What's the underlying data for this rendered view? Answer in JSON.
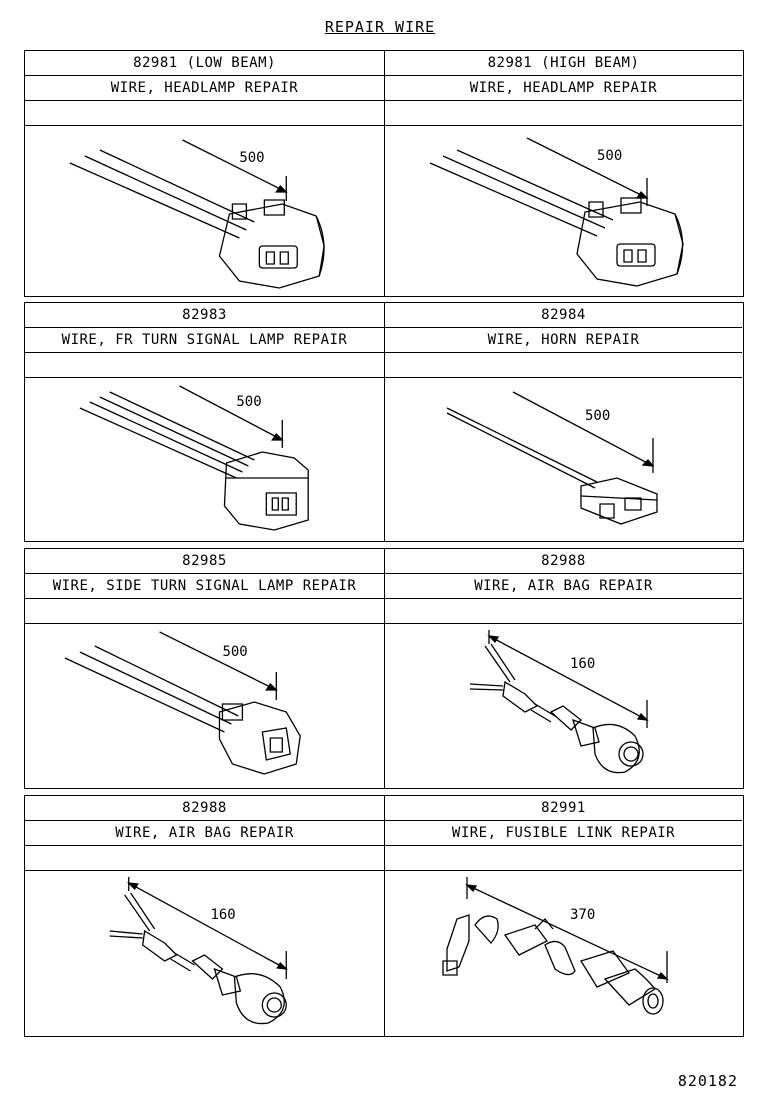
{
  "title": "REPAIR WIRE",
  "catalog_number": "820182",
  "items": [
    {
      "part": "82981 (LOW BEAM)",
      "name": "WIRE, HEADLAMP REPAIR",
      "dimension": "500"
    },
    {
      "part": "82981 (HIGH BEAM)",
      "name": "WIRE, HEADLAMP REPAIR",
      "dimension": "500"
    },
    {
      "part": "82983",
      "name": "WIRE, FR TURN SIGNAL LAMP REPAIR",
      "dimension": "500"
    },
    {
      "part": "82984",
      "name": "WIRE, HORN REPAIR",
      "dimension": "500"
    },
    {
      "part": "82985",
      "name": "WIRE, SIDE TURN SIGNAL LAMP REPAIR",
      "dimension": "500"
    },
    {
      "part": "82988",
      "name": "WIRE, AIR BAG REPAIR",
      "dimension": "160"
    },
    {
      "part": "82988",
      "name": "WIRE, AIR BAG REPAIR",
      "dimension": "160"
    },
    {
      "part": "82991",
      "name": "WIRE, FUSIBLE LINK REPAIR",
      "dimension": "370"
    }
  ]
}
